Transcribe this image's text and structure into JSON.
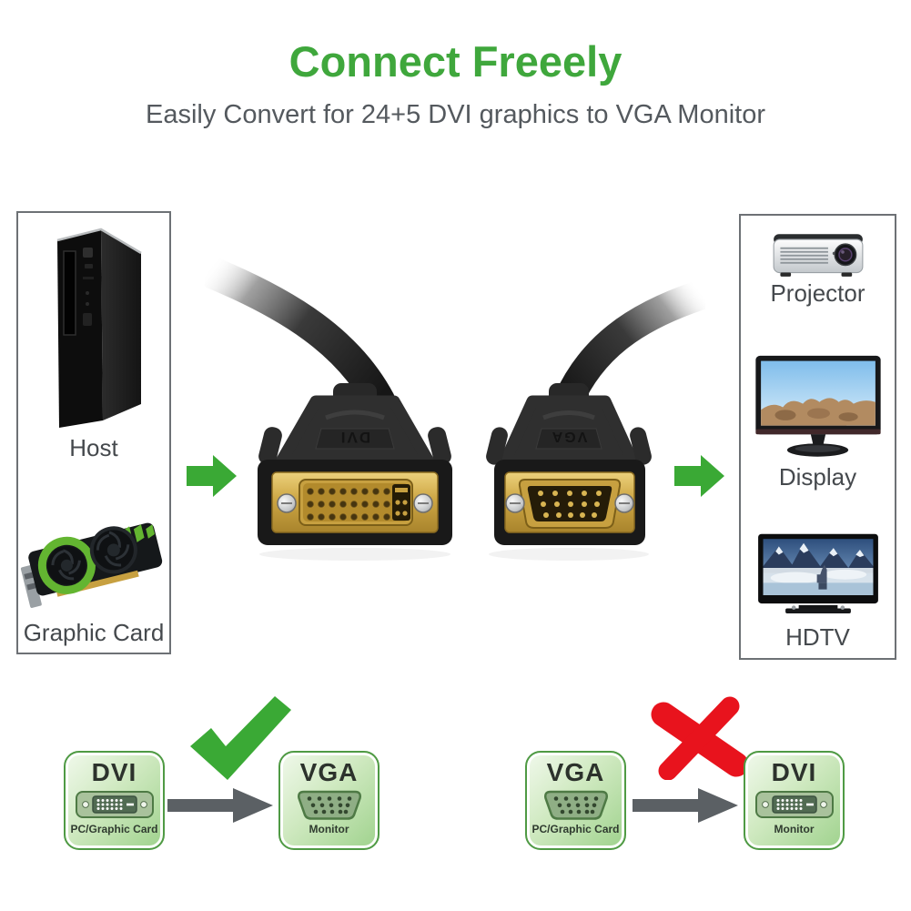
{
  "header": {
    "title": "Connect Freeely",
    "subtitle": "Easily Convert for 24+5 DVI graphics to VGA Monitor"
  },
  "source_panel": {
    "host_label": "Host",
    "graphic_card_label": "Graphic Card"
  },
  "display_panel": {
    "projector_label": "Projector",
    "display_label": "Display",
    "hdtv_label": "HDTV"
  },
  "cable": {
    "dvi_marking": "DVI",
    "vga_marking": "VGA"
  },
  "compatibility": {
    "correct": {
      "from_type": "DVI",
      "from_sub": "PC/Graphic Card",
      "to_type": "VGA",
      "to_sub": "Monitor",
      "verdict": "check"
    },
    "wrong": {
      "from_type": "VGA",
      "from_sub": "PC/Graphic Card",
      "to_type": "DVI",
      "to_sub": "Monitor",
      "verdict": "cross"
    }
  },
  "colors": {
    "brand_green": "#3fa73c",
    "arrow_green": "#3aa935",
    "check_green": "#3aa935",
    "cross_red": "#e8131d",
    "flow_arrow_gray": "#5b6064",
    "subtitle_gray": "#54595e",
    "panel_border_gray": "#6d7175",
    "compat_box_border_green": "#4f9a44",
    "connector_gold": "#c7a040"
  }
}
